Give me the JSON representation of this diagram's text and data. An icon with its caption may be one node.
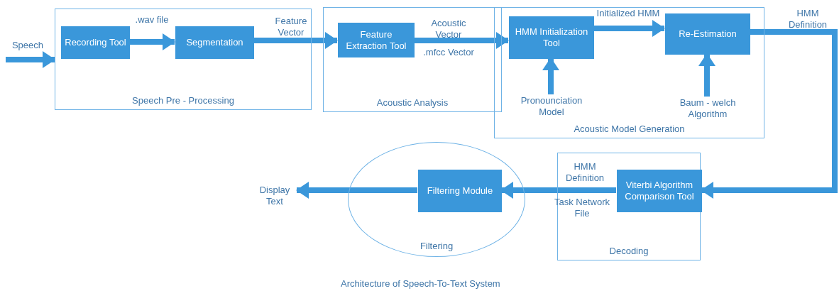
{
  "diagram": {
    "caption": "Architecture of Speech-To-Text System",
    "nodes": [
      {
        "text": [
          "Speech Pre - Processing"
        ]
      },
      {
        "text": [
          "Recording Tool"
        ],
        "in": 0
      },
      {
        "text": [
          "Segmentation"
        ],
        "in": 0
      },
      {
        "text": [
          "Acoustic Analysis"
        ]
      },
      {
        "text": [
          "Feature Extraction Tool"
        ],
        "in": 3
      },
      {
        "text": [
          "Acoustic Model Generation"
        ]
      },
      {
        "text": [
          "HMM Initialization Tool"
        ],
        "in": 5
      },
      {
        "text": [
          "Re-Estimation"
        ],
        "in": 5
      },
      {
        "text": [
          "Pronounciation Model"
        ],
        "in": 5
      },
      {
        "text": [
          "Baum - welch Algorithm"
        ],
        "in": 5
      },
      {
        "text": [
          "Decoding"
        ]
      },
      {
        "text": [
          "Viterbi Algorithm Comparison Tool"
        ],
        "in": 10
      },
      {
        "text": [
          "Filtering"
        ]
      },
      {
        "text": [
          "Filtering Module"
        ],
        "in": 12
      },
      {
        "text": [
          "Display Text"
        ]
      }
    ],
    "edges": [
      {
        "from": null,
        "to": 0,
        "arrow": "to",
        "label": "Speech"
      },
      {
        "from": 1,
        "to": 2,
        "arrow": "to",
        "label": ".wav file"
      },
      {
        "from": 2,
        "to": 4,
        "arrow": "to",
        "label": "Feature Vector"
      },
      {
        "from": 4,
        "to": 6,
        "arrow": "to",
        "label": "Acoustic Vector"
      },
      {
        "from": 6,
        "to": 7,
        "arrow": "to",
        "label": "Initialized HMM"
      },
      {
        "from": 8,
        "to": 6,
        "arrow": "to"
      },
      {
        "from": 9,
        "to": 7,
        "arrow": "to"
      },
      {
        "from": 7,
        "to": 11,
        "arrow": "to",
        "label": "HMM Definition"
      },
      {
        "from": 11,
        "to": 13,
        "arrow": "to",
        "label": "HMM Definition"
      },
      {
        "from": 13,
        "to": 14,
        "arrow": "to"
      }
    ],
    "labels": [
      ".mfcc Vector",
      "Task Network File"
    ]
  }
}
